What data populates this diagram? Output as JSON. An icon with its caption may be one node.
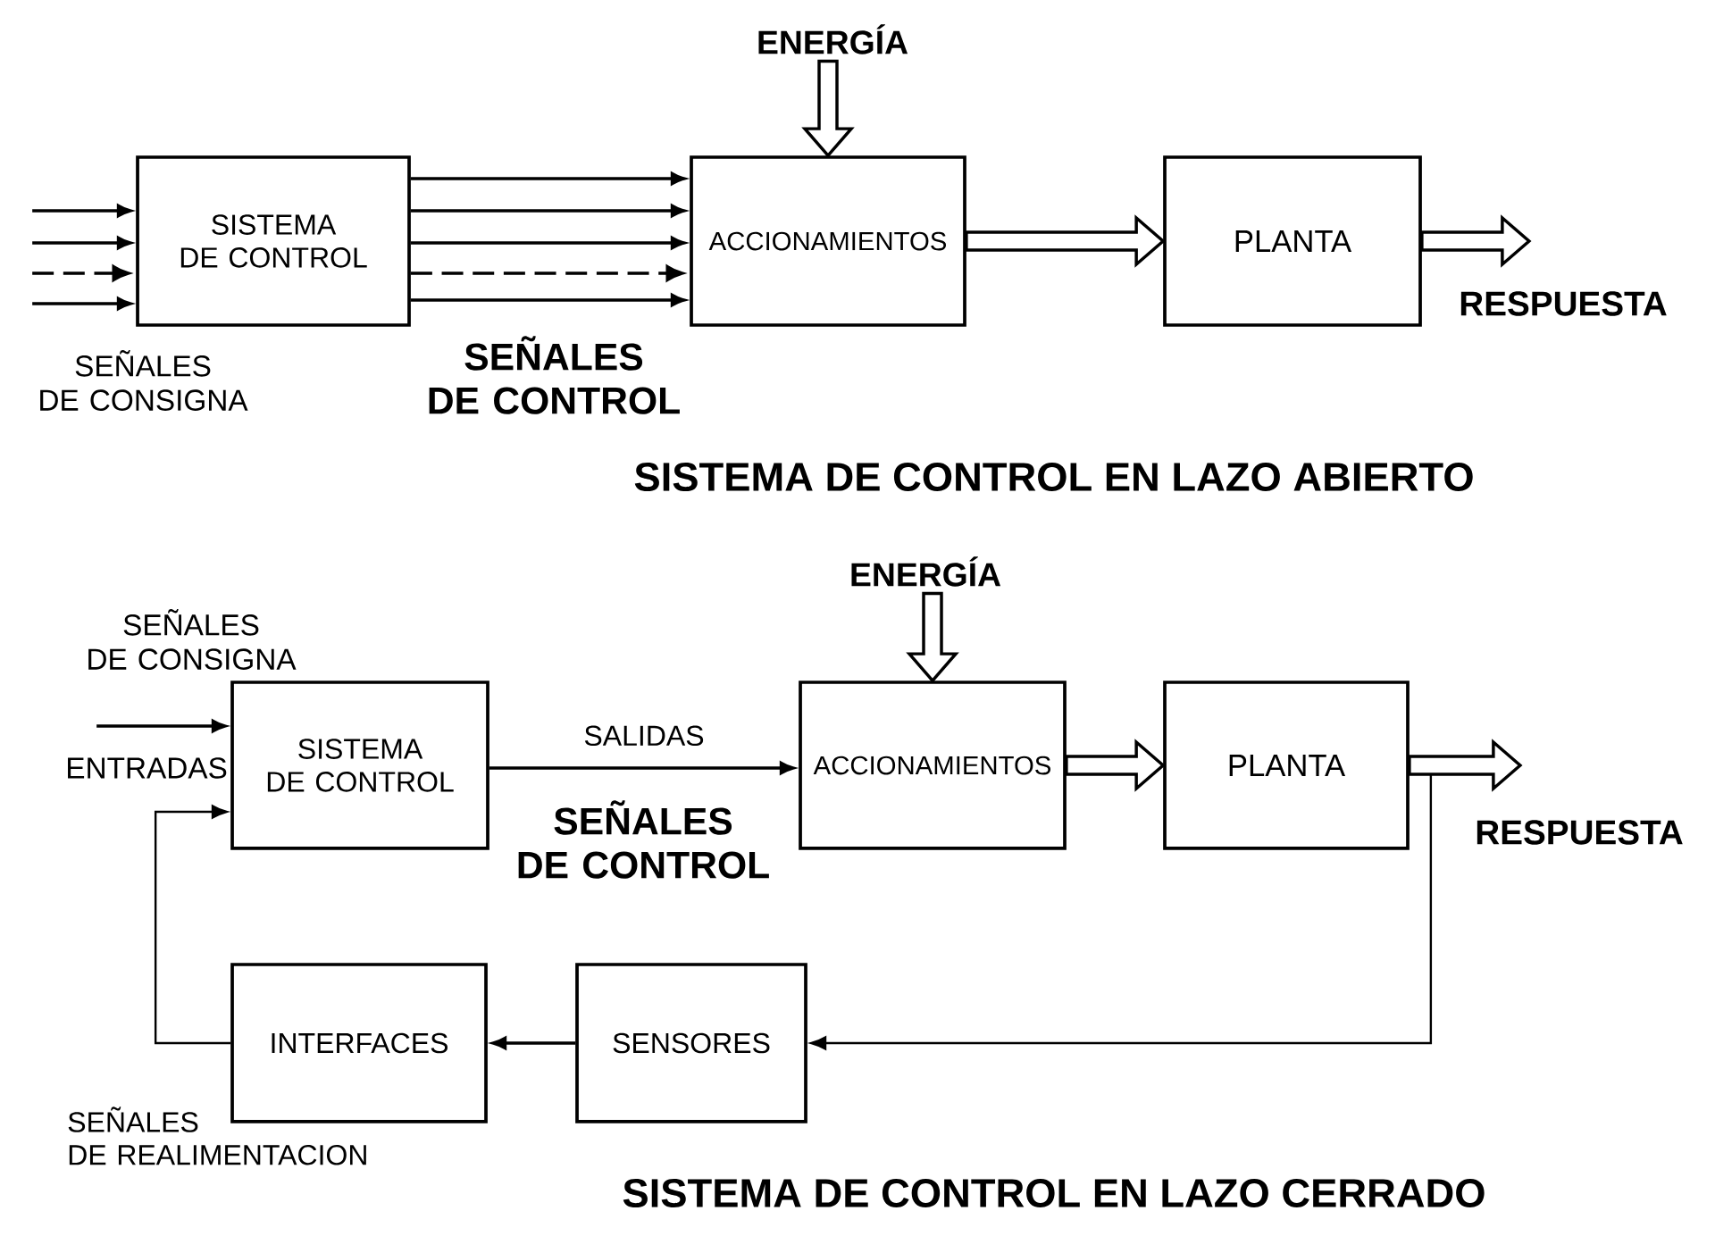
{
  "diagram": {
    "nodes": [
      {
        "text": [
          "ENERGÍA"
        ]
      },
      {
        "text": [
          "SISTEMA DE CONTROL"
        ]
      },
      {
        "text": [
          "ACCIONAMIENTOS"
        ]
      },
      {
        "text": [
          "PLANTA"
        ]
      },
      {
        "text": [
          "ENERGÍA"
        ]
      },
      {
        "text": [
          "SISTEMA DE CONTROL"
        ]
      },
      {
        "text": [
          "ACCIONAMIENTOS"
        ]
      },
      {
        "text": [
          "PLANTA"
        ]
      },
      {
        "text": [
          "INTERFACES"
        ]
      },
      {
        "text": [
          "SENSORES"
        ]
      }
    ],
    "edges": [
      {
        "from": null,
        "to": 1,
        "arrow": "to"
      },
      {
        "from": null,
        "to": 1,
        "arrow": "to"
      },
      {
        "from": null,
        "to": 1,
        "arrow": "to",
        "style": "dashed"
      },
      {
        "from": null,
        "to": 1,
        "arrow": "to"
      },
      {
        "from": 1,
        "to": 2,
        "arrow": "to"
      },
      {
        "from": 1,
        "to": 2,
        "arrow": "to"
      },
      {
        "from": 1,
        "to": 2,
        "arrow": "to"
      },
      {
        "from": 1,
        "to": 2,
        "arrow": "to",
        "style": "dashed"
      },
      {
        "from": 1,
        "to": 2,
        "arrow": "to"
      },
      {
        "from": 0,
        "to": 2,
        "arrow": "to",
        "style": "thick"
      },
      {
        "from": 2,
        "to": 3,
        "arrow": "to",
        "style": "thick"
      },
      {
        "from": 3,
        "to": null,
        "arrow": "to",
        "style": "thick"
      },
      {
        "from": null,
        "to": 5,
        "arrow": "to"
      },
      {
        "from": 5,
        "to": 6,
        "arrow": "to",
        "label": "SALIDAS"
      },
      {
        "from": 4,
        "to": 6,
        "arrow": "to",
        "style": "thick"
      },
      {
        "from": 6,
        "to": 7,
        "arrow": "to",
        "style": "thick"
      },
      {
        "from": 7,
        "to": null,
        "arrow": "to",
        "style": "thick"
      },
      {
        "from": 7,
        "to": 9,
        "arrow": "to"
      },
      {
        "from": 9,
        "to": 8,
        "arrow": "to"
      },
      {
        "from": 8,
        "to": 5,
        "arrow": "to"
      }
    ],
    "labels": [
      "SEÑALES DE CONSIGNA",
      "SEÑALES DE CONTROL",
      "RESPUESTA",
      "SISTEMA DE CONTROL EN LAZO ABIERTO",
      "SEÑALES DE CONSIGNA",
      "ENTRADAS",
      "SEÑALES DE CONTROL",
      "RESPUESTA",
      "SEÑALES DE REALIMENTACION",
      "SISTEMA DE CONTROL EN LAZO CERRADO"
    ]
  }
}
